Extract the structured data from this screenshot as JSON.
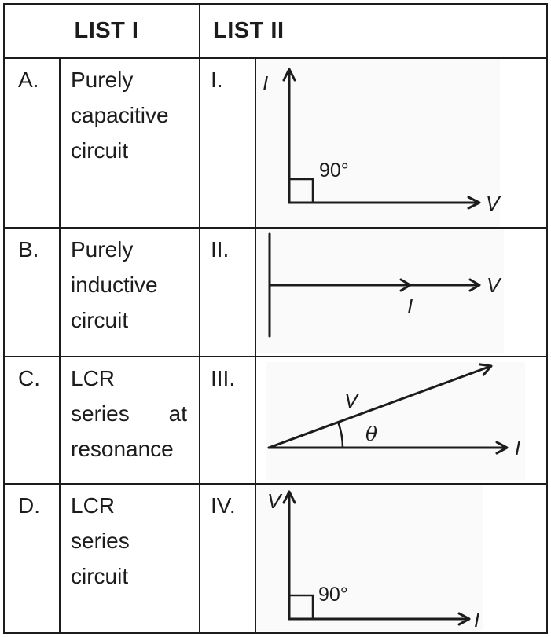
{
  "table": {
    "headers": {
      "list1": "LIST I",
      "list2": "LIST II"
    },
    "colors": {
      "ink": "#1c1c1c",
      "diagram_bg": "#fafafa"
    },
    "rows": [
      {
        "letter": "A.",
        "item_lines": [
          "Purely",
          "capacitive",
          "circuit"
        ],
        "numeral": "I.",
        "diagram": {
          "type": "phasor-I-leads-V-90",
          "up_label": "I",
          "right_label": "V",
          "angle": "90°"
        }
      },
      {
        "letter": "B.",
        "item_lines": [
          "Purely",
          "inductive",
          "circuit"
        ],
        "numeral": "II.",
        "diagram": {
          "type": "phasor-V-I-in-phase",
          "right_label": "V",
          "inline_label": "I"
        }
      },
      {
        "letter": "C.",
        "item_lines": [
          "LCR",
          "series at",
          "resonance"
        ],
        "numeral": "III.",
        "diagram": {
          "type": "phasor-V-leads-I-theta",
          "vector_label": "V",
          "right_label": "I",
          "angle": "θ"
        }
      },
      {
        "letter": "D.",
        "item_lines": [
          "LCR",
          "series",
          "circuit"
        ],
        "numeral": "IV.",
        "diagram": {
          "type": "phasor-V-leads-I-90",
          "up_label": "V",
          "right_label": "I",
          "angle": "90°"
        }
      }
    ]
  }
}
